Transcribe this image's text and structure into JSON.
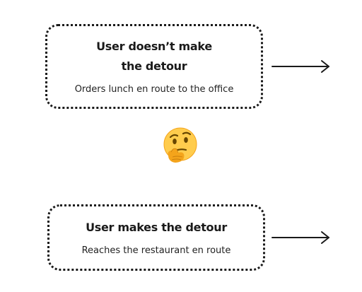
{
  "options": [
    {
      "title": "User doesn’t make the detour",
      "subtitle": "Orders lunch en route to the office"
    },
    {
      "title": "User makes the detour",
      "subtitle": "Reaches the restaurant en route"
    }
  ],
  "icons": {
    "center": "thinking-face-icon",
    "connector": "arrow-right-icon"
  },
  "colors": {
    "stroke": "#1a1a1a",
    "emoji_face": "#FFCC4D",
    "emoji_shadow": "#F4A41B",
    "emoji_features": "#664500"
  }
}
